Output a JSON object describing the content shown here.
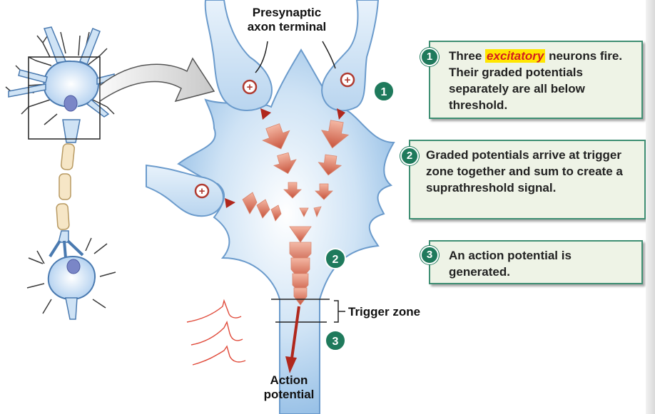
{
  "labels": {
    "presynaptic_line1": "Presynaptic",
    "presynaptic_line2": "axon terminal",
    "trigger_zone": "Trigger zone",
    "action_line1": "Action",
    "action_line2": "potential"
  },
  "steps": [
    {
      "number": "1",
      "text_before": "Three",
      "highlight": "excitatory",
      "text_after": "neurons fire. Their graded potentials separately are all below threshold."
    },
    {
      "number": "2",
      "text": "Graded potentials arrive at trigger zone together and sum to create a suprathreshold signal."
    },
    {
      "number": "3",
      "text": "An action potential is generated."
    }
  ],
  "diagram_markers": [
    "1",
    "2",
    "3"
  ],
  "terminal_symbol": "+",
  "colors": {
    "badge": "#1f7a5c",
    "callout_border": "#3f8f73",
    "callout_fill": "#eef3e6",
    "highlight_bg": "#ffe600",
    "highlight_text": "#d51f1f",
    "neuron_fill": "#c5ddf3",
    "neuron_stroke": "#4a7ab0",
    "arrow": "#c0392b"
  }
}
